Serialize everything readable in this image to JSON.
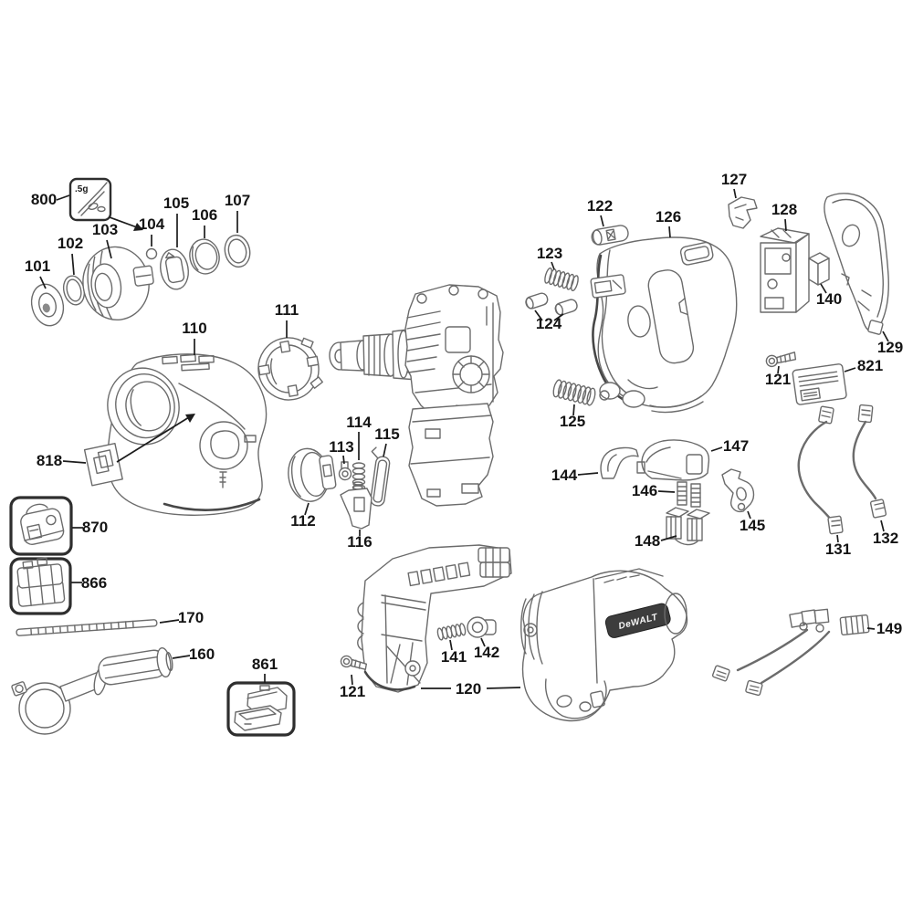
{
  "diagram": {
    "type": "exploded-parts-diagram",
    "product": "cordless rotary hammer drill parts schematic",
    "brand_badge": "DeWALT",
    "grease_amount": ".5g",
    "colors": {
      "background": "#ffffff",
      "part_line": "#6b6b6b",
      "dark_line": "#474747",
      "label": "#141414",
      "badge_bg": "#3d3d3d",
      "badge_text": "#f7f7f7"
    },
    "labels": {
      "p101": "101",
      "p102": "102",
      "p103": "103",
      "p104": "104",
      "p105": "105",
      "p106": "106",
      "p107": "107",
      "p110": "110",
      "p111": "111",
      "p112": "112",
      "p113": "113",
      "p114": "114",
      "p115": "115",
      "p116": "116",
      "p120": "120",
      "p121": "121",
      "p122": "122",
      "p123": "123",
      "p124": "124",
      "p125": "125",
      "p126": "126",
      "p127": "127",
      "p128": "128",
      "p129": "129",
      "p131": "131",
      "p132": "132",
      "p140": "140",
      "p141": "141",
      "p142": "142",
      "p144": "144",
      "p145": "145",
      "p146": "146",
      "p147": "147",
      "p148": "148",
      "p149": "149",
      "p160": "160",
      "p170": "170",
      "p800": "800",
      "p818": "818",
      "p821": "821",
      "p861": "861",
      "p866": "866",
      "p870": "870"
    }
  }
}
